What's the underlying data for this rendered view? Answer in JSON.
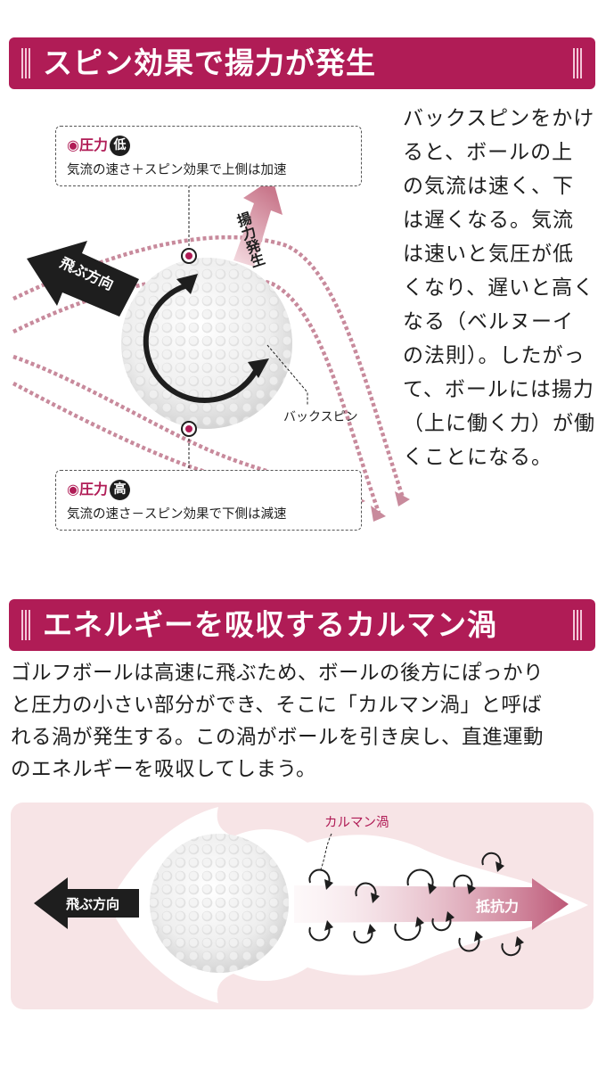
{
  "section1": {
    "title": "スピン効果で揚力が発生",
    "paragraph_lines": [
      "バックスピンをかけ",
      "ると、ボールの上",
      "の気流は速く、下",
      "は遅くなる。気流",
      "は速いと気圧が低",
      "くなり、遅いと高く",
      "なる（ベルヌーイ",
      "の法則）。したがっ",
      "て、ボールには揚力",
      "（上に働く力）が働",
      "くことになる。"
    ],
    "low_box": {
      "label": "◉圧力",
      "level": "低",
      "desc": "気流の速さ＋スピン効果で上側は加速"
    },
    "high_box": {
      "label": "◉圧力",
      "level": "高",
      "desc": "気流の速さ－スピン効果で下側は減速"
    },
    "lift_label": "揚力発生",
    "direction_label": "飛ぶ方向",
    "spin_label": "バックスピン"
  },
  "section2": {
    "title": "エネルギーを吸収するカルマン渦",
    "paragraph_lines": [
      "ゴルフボールは高速に飛ぶため、ボールの後方にぽっかり",
      "と圧力の小さい部分ができ、そこに「カルマン渦」と呼ば",
      "れる渦が発生する。この渦がボールを引き戻し、直進運動",
      "のエネルギーを吸収してしまう。"
    ],
    "direction_label": "飛ぶ方向",
    "drag_label": "抵抗力",
    "vortex_label": "カルマン渦"
  },
  "colors": {
    "accent": "#b01c56",
    "flow": "#c88a9c",
    "panel": "#f7e4e6",
    "dark": "#1e1e1e"
  }
}
